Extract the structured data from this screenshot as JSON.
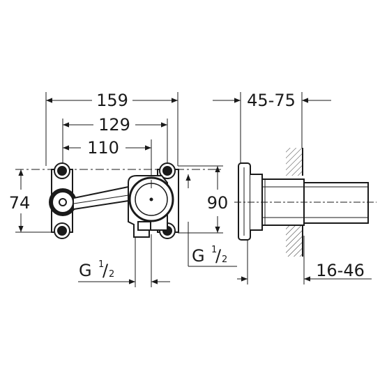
{
  "dimensions": {
    "overall_width": "159",
    "width_middle": "129",
    "width_center": "110",
    "height_left": "74",
    "height_right": "90",
    "depth_range": "45-75",
    "wall_range": "16-46"
  },
  "threads": {
    "left": {
      "main": "G",
      "num": "1",
      "den": "2"
    },
    "right": {
      "main": "G",
      "num": "1",
      "den": "2"
    }
  }
}
